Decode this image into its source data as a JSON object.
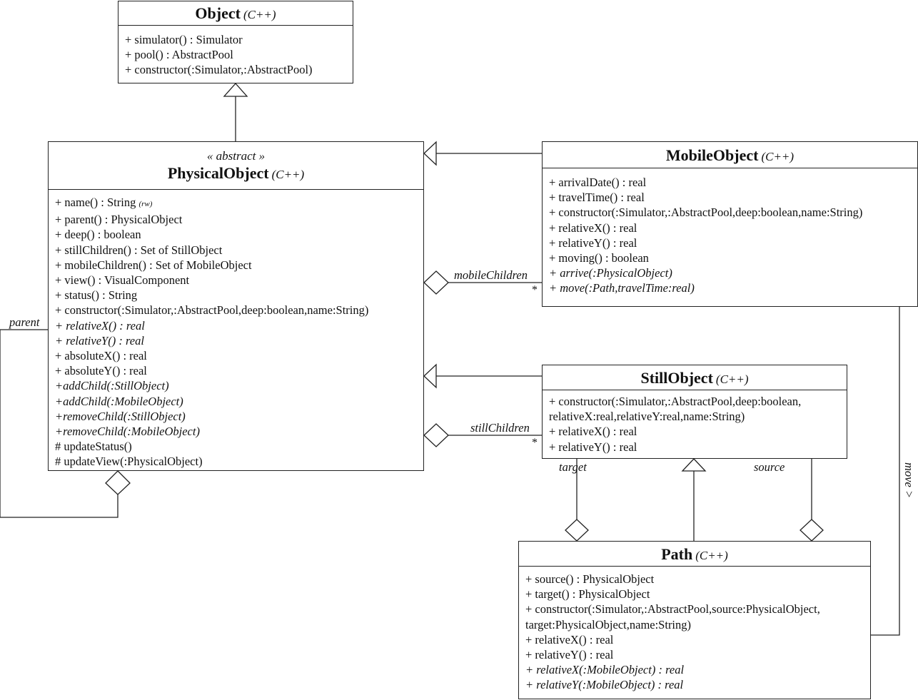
{
  "classes": {
    "object": {
      "name": "Object",
      "lang": "(C++)",
      "ops": [
        {
          "text": "+ simulator() : Simulator"
        },
        {
          "text": "+ pool() : AbstractPool"
        },
        {
          "text": "+ constructor(:Simulator,:AbstractPool)"
        }
      ]
    },
    "physical": {
      "stereotype": "« abstract »",
      "name": "PhysicalObject",
      "lang": "(C++)",
      "ops": [
        {
          "text": "+ name() : String",
          "note": "(rw)"
        },
        {
          "text": "+ parent() : PhysicalObject"
        },
        {
          "text": "+ deep() : boolean"
        },
        {
          "text": "+ stillChildren() : Set of StillObject"
        },
        {
          "text": "+ mobileChildren() : Set of MobileObject"
        },
        {
          "text": "+ view() : VisualComponent"
        },
        {
          "text": "+ status() : String"
        },
        {
          "text": "+ constructor(:Simulator,:AbstractPool,deep:boolean,name:String)"
        },
        {
          "text": "+ relativeX() : real",
          "italic": true
        },
        {
          "text": "+ relativeY() : real",
          "italic": true
        },
        {
          "text": "+ absoluteX() : real"
        },
        {
          "text": "+ absoluteY() : real"
        },
        {
          "text": "+addChild(:StillObject)",
          "italic": true
        },
        {
          "text": "+addChild(:MobileObject)",
          "italic": true
        },
        {
          "text": "+removeChild(:StillObject)",
          "italic": true
        },
        {
          "text": "+removeChild(:MobileObject)",
          "italic": true
        },
        {
          "text": "# updateStatus()"
        },
        {
          "text": "# updateView(:PhysicalObject)"
        }
      ]
    },
    "mobile": {
      "name": "MobileObject",
      "lang": "(C++)",
      "ops": [
        {
          "text": "+ arrivalDate() : real"
        },
        {
          "text": "+ travelTime() : real"
        },
        {
          "text": "+ constructor(:Simulator,:AbstractPool,deep:boolean,name:String)"
        },
        {
          "text": "+ relativeX() : real"
        },
        {
          "text": "+ relativeY() : real"
        },
        {
          "text": "+ moving() : boolean"
        },
        {
          "text": "+ arrive(:PhysicalObject)",
          "italic": true
        },
        {
          "text": "+ move(:Path,travelTime:real)",
          "italic": true
        }
      ]
    },
    "still": {
      "name": "StillObject",
      "lang": "(C++)",
      "ops": [
        {
          "text": "+ constructor(:Simulator,:AbstractPool,deep:boolean,"
        },
        {
          "text": "relativeX:real,relativeY:real,name:String)"
        },
        {
          "text": "+ relativeX() : real"
        },
        {
          "text": "+ relativeY() : real"
        }
      ]
    },
    "path": {
      "name": "Path",
      "lang": "(C++)",
      "ops": [
        {
          "text": "+ source() : PhysicalObject"
        },
        {
          "text": "+ target() : PhysicalObject"
        },
        {
          "text": "+ constructor(:Simulator,:AbstractPool,source:PhysicalObject,"
        },
        {
          "text": "target:PhysicalObject,name:String)"
        },
        {
          "text": "+ relativeX() : real"
        },
        {
          "text": "+ relativeY() : real"
        },
        {
          "text": "+ relativeX(:MobileObject) : real",
          "italic": true
        },
        {
          "text": "+ relativeY(:MobileObject) : real",
          "italic": true
        }
      ]
    }
  },
  "labels": {
    "parent": "parent",
    "mobile_children": "mobileChildren",
    "still_children": "stillChildren",
    "target": "target",
    "source": "source",
    "move": "move >",
    "mult_mobile": "*",
    "mult_still": "*"
  }
}
